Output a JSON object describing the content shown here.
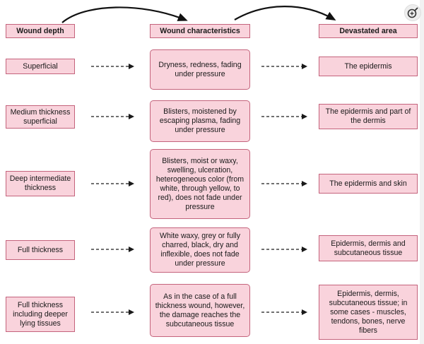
{
  "headers": {
    "depth": "Wound depth",
    "characteristics": "Wound characteristics",
    "area": "Devastated area"
  },
  "rows": [
    {
      "depth": "Superficial",
      "characteristics": "Dryness, redness, fading under pressure",
      "area": "The epidermis"
    },
    {
      "depth": "Medium thickness superficial",
      "characteristics": "Blisters, moistened by escaping plasma, fading under pressure",
      "area": "The epidermis and part of the dermis"
    },
    {
      "depth": "Deep intermediate thickness",
      "characteristics": "Blisters, moist or waxy, swelling, ulceration, heterogeneous color (from white, through yellow, to red), does not fade under pressure",
      "area": "The epidermis and skin"
    },
    {
      "depth": "Full thickness",
      "characteristics": "White waxy, grey or fully charred, black, dry and inflexible, does not fade under pressure",
      "area": "Epidermis, dermis and subcutaneous tissue"
    },
    {
      "depth": "Full thickness including deeper lying tissues",
      "characteristics": "As in the case of a full thickness wound, however, the damage reaches the subcutaneous tissue",
      "area": "Epidermis, dermis, subcutaneous tissue; in some cases - muscles, tendons, bones, nerve fibers"
    }
  ],
  "colors": {
    "box_fill": "#f9d3dc",
    "box_border": "#c4637c",
    "arrow": "#1a1a1a"
  },
  "icons": {
    "zoom": "zoom-in-icon"
  }
}
